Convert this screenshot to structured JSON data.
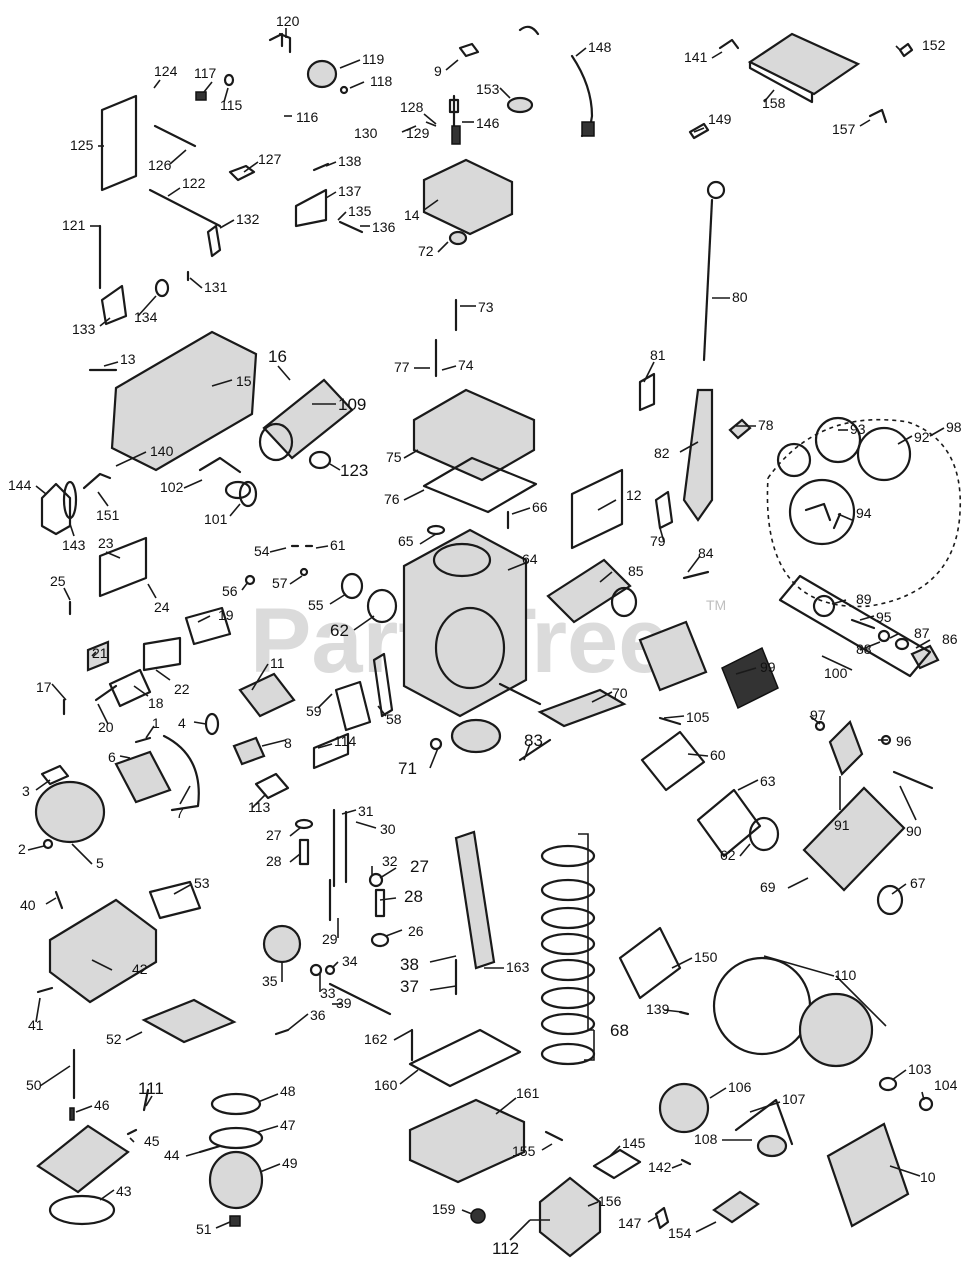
{
  "watermark": {
    "text": "PartsTree",
    "trademark": "TM"
  },
  "callouts": [
    {
      "id": "c120",
      "label": "120"
    },
    {
      "id": "c119",
      "label": "119"
    },
    {
      "id": "c118",
      "label": "118"
    },
    {
      "id": "c124",
      "label": "124"
    },
    {
      "id": "c117",
      "label": "117"
    },
    {
      "id": "c115",
      "label": "115"
    },
    {
      "id": "c116",
      "label": "116"
    },
    {
      "id": "c9",
      "label": "9"
    },
    {
      "id": "c148",
      "label": "148"
    },
    {
      "id": "c153",
      "label": "153"
    },
    {
      "id": "c128",
      "label": "128"
    },
    {
      "id": "c130",
      "label": "130"
    },
    {
      "id": "c129",
      "label": "129"
    },
    {
      "id": "c146",
      "label": "146"
    },
    {
      "id": "c141",
      "label": "141"
    },
    {
      "id": "c152",
      "label": "152"
    },
    {
      "id": "c158",
      "label": "158"
    },
    {
      "id": "c149",
      "label": "149"
    },
    {
      "id": "c157",
      "label": "157"
    },
    {
      "id": "c125",
      "label": "125"
    },
    {
      "id": "c126",
      "label": "126"
    },
    {
      "id": "c127",
      "label": "127"
    },
    {
      "id": "c138",
      "label": "138"
    },
    {
      "id": "c122",
      "label": "122"
    },
    {
      "id": "c137",
      "label": "137"
    },
    {
      "id": "c14",
      "label": "14"
    },
    {
      "id": "c135",
      "label": "135"
    },
    {
      "id": "c136",
      "label": "136"
    },
    {
      "id": "c132",
      "label": "132"
    },
    {
      "id": "c72",
      "label": "72"
    },
    {
      "id": "c121",
      "label": "121"
    },
    {
      "id": "c131",
      "label": "131"
    },
    {
      "id": "c80",
      "label": "80"
    },
    {
      "id": "c133",
      "label": "133"
    },
    {
      "id": "c134",
      "label": "134"
    },
    {
      "id": "c73",
      "label": "73"
    },
    {
      "id": "c77",
      "label": "77"
    },
    {
      "id": "c74",
      "label": "74"
    },
    {
      "id": "c13",
      "label": "13"
    },
    {
      "id": "c16",
      "label": "16"
    },
    {
      "id": "c81",
      "label": "81"
    },
    {
      "id": "c15",
      "label": "15"
    },
    {
      "id": "c109",
      "label": "109"
    },
    {
      "id": "c78",
      "label": "78"
    },
    {
      "id": "c93",
      "label": "93"
    },
    {
      "id": "c92",
      "label": "92"
    },
    {
      "id": "c98",
      "label": "98"
    },
    {
      "id": "c140",
      "label": "140"
    },
    {
      "id": "c82",
      "label": "82"
    },
    {
      "id": "c75",
      "label": "75"
    },
    {
      "id": "c123",
      "label": "123"
    },
    {
      "id": "c144",
      "label": "144"
    },
    {
      "id": "c102",
      "label": "102"
    },
    {
      "id": "c151",
      "label": "151"
    },
    {
      "id": "c101",
      "label": "101"
    },
    {
      "id": "c76",
      "label": "76"
    },
    {
      "id": "c143",
      "label": "143"
    },
    {
      "id": "c12",
      "label": "12"
    },
    {
      "id": "c94",
      "label": "94"
    },
    {
      "id": "c66",
      "label": "66"
    },
    {
      "id": "c79",
      "label": "79"
    },
    {
      "id": "c23",
      "label": "23"
    },
    {
      "id": "c65",
      "label": "65"
    },
    {
      "id": "c54",
      "label": "54"
    },
    {
      "id": "c61",
      "label": "61"
    },
    {
      "id": "c64",
      "label": "64"
    },
    {
      "id": "c84",
      "label": "84"
    },
    {
      "id": "c85",
      "label": "85"
    },
    {
      "id": "c25",
      "label": "25"
    },
    {
      "id": "c56",
      "label": "56"
    },
    {
      "id": "c57",
      "label": "57"
    },
    {
      "id": "c24",
      "label": "24"
    },
    {
      "id": "c55",
      "label": "55"
    },
    {
      "id": "c89",
      "label": "89"
    },
    {
      "id": "c95",
      "label": "95"
    },
    {
      "id": "c19",
      "label": "19"
    },
    {
      "id": "c62a",
      "label": "62"
    },
    {
      "id": "c87",
      "label": "87"
    },
    {
      "id": "c86",
      "label": "86"
    },
    {
      "id": "c88",
      "label": "88"
    },
    {
      "id": "c100",
      "label": "100"
    },
    {
      "id": "c21",
      "label": "21"
    },
    {
      "id": "c11",
      "label": "11"
    },
    {
      "id": "c99",
      "label": "99"
    },
    {
      "id": "c17",
      "label": "17"
    },
    {
      "id": "c22",
      "label": "22"
    },
    {
      "id": "c18",
      "label": "18"
    },
    {
      "id": "c70",
      "label": "70"
    },
    {
      "id": "c59",
      "label": "59"
    },
    {
      "id": "c58",
      "label": "58"
    },
    {
      "id": "c20",
      "label": "20"
    },
    {
      "id": "c1",
      "label": "1"
    },
    {
      "id": "c4",
      "label": "4"
    },
    {
      "id": "c105",
      "label": "105"
    },
    {
      "id": "c97",
      "label": "97"
    },
    {
      "id": "c6",
      "label": "6"
    },
    {
      "id": "c8",
      "label": "8"
    },
    {
      "id": "c114",
      "label": "114"
    },
    {
      "id": "c83",
      "label": "83"
    },
    {
      "id": "c60",
      "label": "60"
    },
    {
      "id": "c96",
      "label": "96"
    },
    {
      "id": "c71",
      "label": "71"
    },
    {
      "id": "c3",
      "label": "3"
    },
    {
      "id": "c63",
      "label": "63"
    },
    {
      "id": "c91",
      "label": "91"
    },
    {
      "id": "c90",
      "label": "90"
    },
    {
      "id": "c7",
      "label": "7"
    },
    {
      "id": "c113",
      "label": "113"
    },
    {
      "id": "c31",
      "label": "31"
    },
    {
      "id": "c27a",
      "label": "27"
    },
    {
      "id": "c30",
      "label": "30"
    },
    {
      "id": "c2",
      "label": "2"
    },
    {
      "id": "c28a",
      "label": "28"
    },
    {
      "id": "c62b",
      "label": "62"
    },
    {
      "id": "c5",
      "label": "5"
    },
    {
      "id": "c32",
      "label": "32"
    },
    {
      "id": "c27b",
      "label": "27"
    },
    {
      "id": "c69",
      "label": "69"
    },
    {
      "id": "c67",
      "label": "67"
    },
    {
      "id": "c40",
      "label": "40"
    },
    {
      "id": "c53",
      "label": "53"
    },
    {
      "id": "c28b",
      "label": "28"
    },
    {
      "id": "c29",
      "label": "29"
    },
    {
      "id": "c26",
      "label": "26"
    },
    {
      "id": "c38",
      "label": "38"
    },
    {
      "id": "c163",
      "label": "163"
    },
    {
      "id": "c150",
      "label": "150"
    },
    {
      "id": "c34",
      "label": "34"
    },
    {
      "id": "c35",
      "label": "35"
    },
    {
      "id": "c33",
      "label": "33"
    },
    {
      "id": "c37",
      "label": "37"
    },
    {
      "id": "c42",
      "label": "42"
    },
    {
      "id": "c110",
      "label": "110"
    },
    {
      "id": "c139",
      "label": "139"
    },
    {
      "id": "c39",
      "label": "39"
    },
    {
      "id": "c41",
      "label": "41"
    },
    {
      "id": "c36",
      "label": "36"
    },
    {
      "id": "c68",
      "label": "68"
    },
    {
      "id": "c162",
      "label": "162"
    },
    {
      "id": "c52",
      "label": "52"
    },
    {
      "id": "c160",
      "label": "160"
    },
    {
      "id": "c50",
      "label": "50"
    },
    {
      "id": "c103",
      "label": "103"
    },
    {
      "id": "c111",
      "label": "111"
    },
    {
      "id": "c104",
      "label": "104"
    },
    {
      "id": "c48",
      "label": "48"
    },
    {
      "id": "c106",
      "label": "106"
    },
    {
      "id": "c161",
      "label": "161"
    },
    {
      "id": "c107",
      "label": "107"
    },
    {
      "id": "c46",
      "label": "46"
    },
    {
      "id": "c45",
      "label": "45"
    },
    {
      "id": "c47",
      "label": "47"
    },
    {
      "id": "c108",
      "label": "108"
    },
    {
      "id": "c44",
      "label": "44"
    },
    {
      "id": "c145",
      "label": "145"
    },
    {
      "id": "c155",
      "label": "155"
    },
    {
      "id": "c49",
      "label": "49"
    },
    {
      "id": "c142",
      "label": "142"
    },
    {
      "id": "c10",
      "label": "10"
    },
    {
      "id": "c43",
      "label": "43"
    },
    {
      "id": "c156",
      "label": "156"
    },
    {
      "id": "c159",
      "label": "159"
    },
    {
      "id": "c51",
      "label": "51"
    },
    {
      "id": "c147",
      "label": "147"
    },
    {
      "id": "c154",
      "label": "154"
    },
    {
      "id": "c112",
      "label": "112"
    }
  ]
}
